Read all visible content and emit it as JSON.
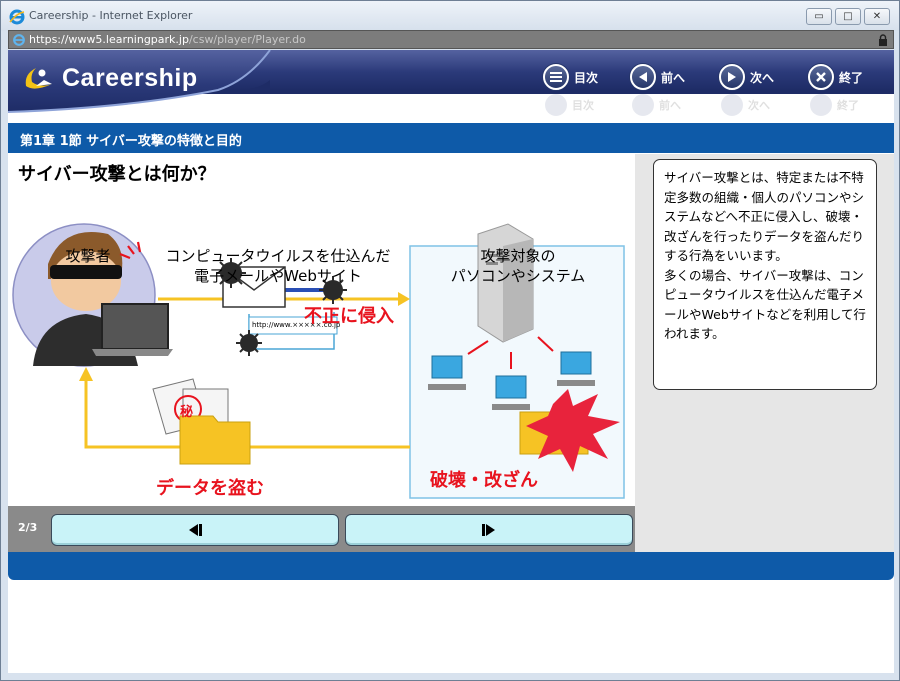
{
  "window": {
    "title": "Careership - Internet Explorer",
    "minimize_glyph": "▭",
    "maximize_glyph": "□",
    "close_glyph": "✕"
  },
  "address": {
    "url_prefix": "https://www5.",
    "url_host": "learningpark.jp",
    "url_path": "/csw/player/Player.do"
  },
  "header": {
    "logo": "Careership",
    "nav": [
      {
        "icon": "menu-icon",
        "label": "目次"
      },
      {
        "icon": "prev-arrow-icon",
        "label": "前へ"
      },
      {
        "icon": "next-arrow-icon",
        "label": "次へ"
      },
      {
        "icon": "close-icon",
        "label": "終了"
      }
    ]
  },
  "chapter": {
    "title": "第1章 1節 サイバー攻撃の特徴と目的"
  },
  "slide": {
    "title": "サイバー攻撃とは何か？",
    "attacker_label": "攻撃者",
    "email_label_1": "コンピュータウイルスを仕込んだ",
    "email_label_2": "電子メールやWebサイト",
    "target_label_1": "攻撃対象の",
    "target_label_2": "パソコンやシステム",
    "url_text": "http://www.×××××.co.jp",
    "intrusion": "不正に侵入",
    "steal": "データを盗む",
    "destroy": "破壊・改ざん",
    "secret_mark": "秘"
  },
  "explanation": {
    "paragraph_1": "サイバー攻撃とは、特定または不特定多数の組織・個人のパソコンやシステムなどへ不正に侵入し、破壊・改ざんを行ったりデータを盗んだりする行為をいいます。",
    "paragraph_2": "多くの場合、サイバー攻撃は、コンピュータウイルスを仕込んだ電子メールやWebサイトなどを利用して行われます。"
  },
  "controls": {
    "page": "2/3",
    "prev_icon": "prev-page-icon",
    "next_icon": "next-page-icon"
  },
  "colors": {
    "brand_blue": "#0e5aa8",
    "banner_navy": "#2b3a7a",
    "alert_red": "#e8131e",
    "flow_yellow": "#f6c324",
    "button_cyan": "#c9f3f8"
  }
}
